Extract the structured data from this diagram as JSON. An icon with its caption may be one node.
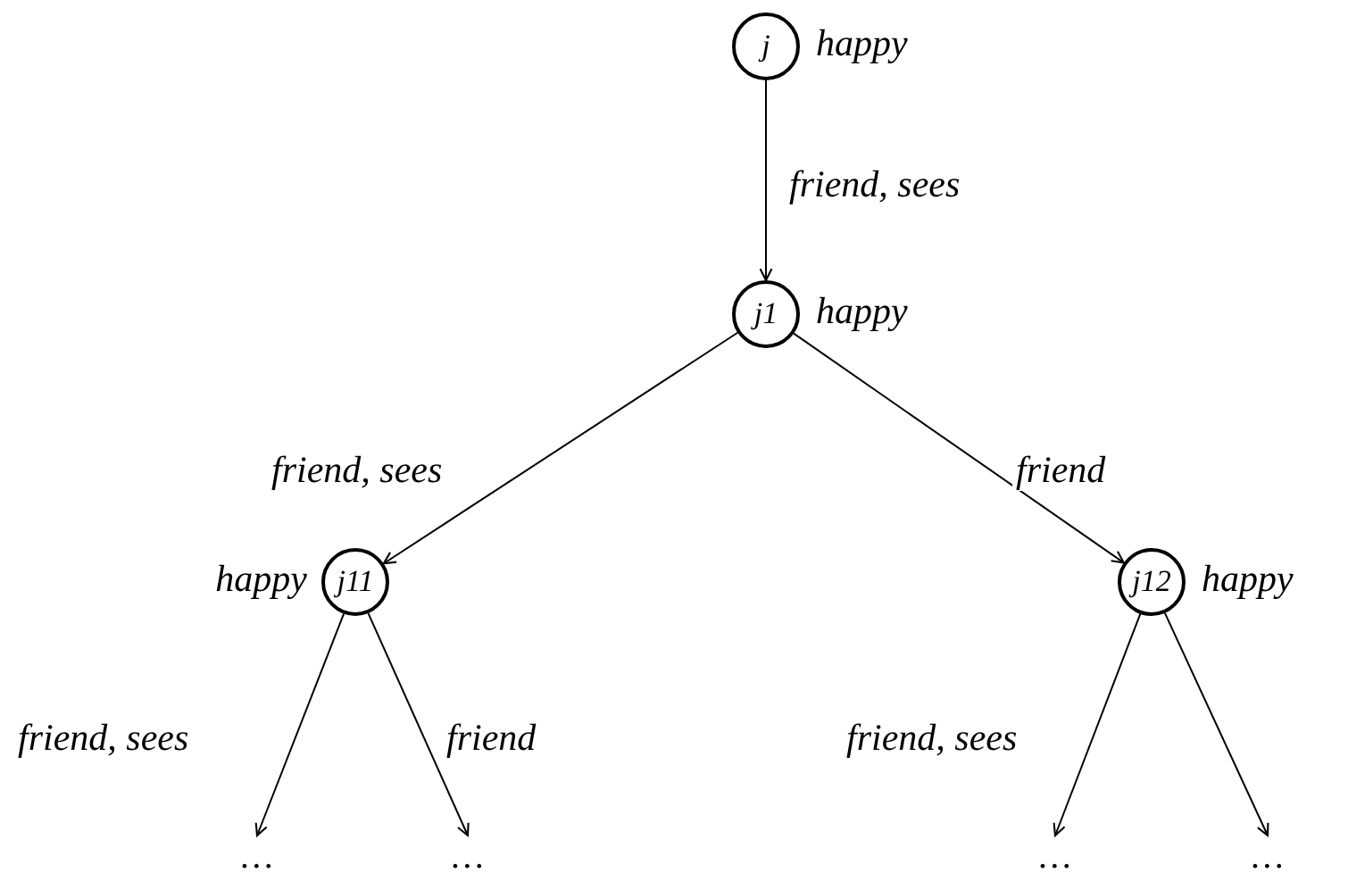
{
  "diagram": {
    "nodes": [
      {
        "text": [
          "j"
        ],
        "beside": [
          "happy"
        ]
      },
      {
        "text": [
          "j1"
        ],
        "beside": [
          "happy"
        ]
      },
      {
        "text": [
          "j11"
        ],
        "beside": [
          "happy"
        ]
      },
      {
        "text": [
          "j12"
        ],
        "beside": [
          "happy"
        ]
      },
      {
        "text": [
          "…"
        ]
      },
      {
        "text": [
          "…"
        ]
      },
      {
        "text": [
          "…"
        ]
      },
      {
        "text": [
          "…"
        ]
      }
    ],
    "edges": [
      {
        "from": 0,
        "to": 1,
        "arrow": "to",
        "label": "friend, sees"
      },
      {
        "from": 1,
        "to": 2,
        "arrow": "to",
        "label": "friend, sees"
      },
      {
        "from": 1,
        "to": 3,
        "arrow": "to",
        "label": "friend"
      },
      {
        "from": 2,
        "to": 4,
        "arrow": "to",
        "label": "friend, sees"
      },
      {
        "from": 2,
        "to": 5,
        "arrow": "to",
        "label": "friend"
      },
      {
        "from": 3,
        "to": 6,
        "arrow": "to",
        "label": "friend, sees"
      },
      {
        "from": 3,
        "to": 7,
        "arrow": "to"
      }
    ]
  }
}
